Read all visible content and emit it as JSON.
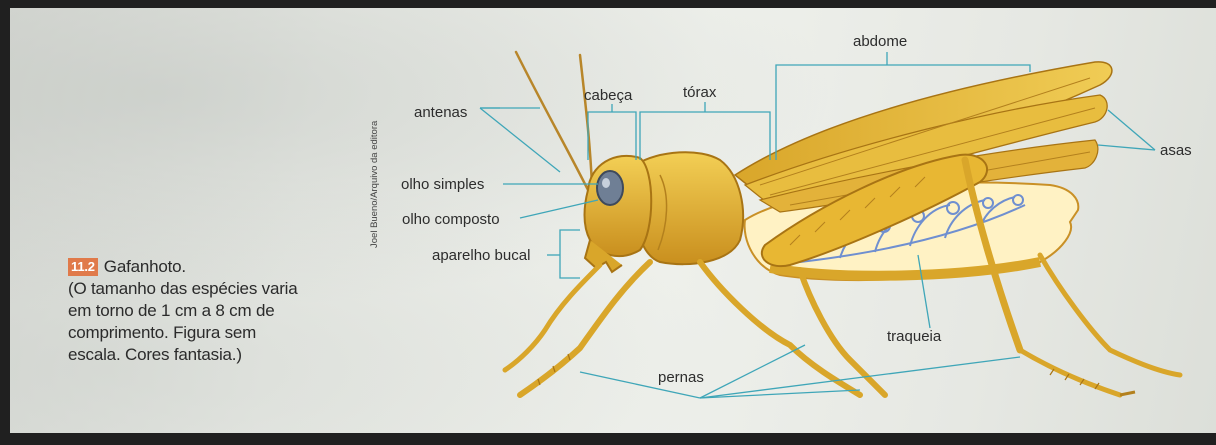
{
  "figure": {
    "number": "11.2",
    "title": "Gafanhoto.",
    "note": "(O tamanho das espécies varia em torno de 1 cm a 8 cm de comprimento. Figura sem escala. Cores fantasia.)",
    "credit": "Joel Bueno/Arquivo da editora"
  },
  "labels": {
    "abdome": "abdome",
    "cabeca": "cabeça",
    "torax": "tórax",
    "antenas": "antenas",
    "asas": "asas",
    "olho_simples": "olho simples",
    "olho_composto": "olho composto",
    "aparelho_bucal": "aparelho bucal",
    "traqueia": "traqueia",
    "pernas": "pernas"
  },
  "colors": {
    "leader_line": "#3fa6b8",
    "body": "#e8b733",
    "body_dark": "#a87414",
    "trachea": "#6f8fd0",
    "badge": "#e07a4a"
  }
}
